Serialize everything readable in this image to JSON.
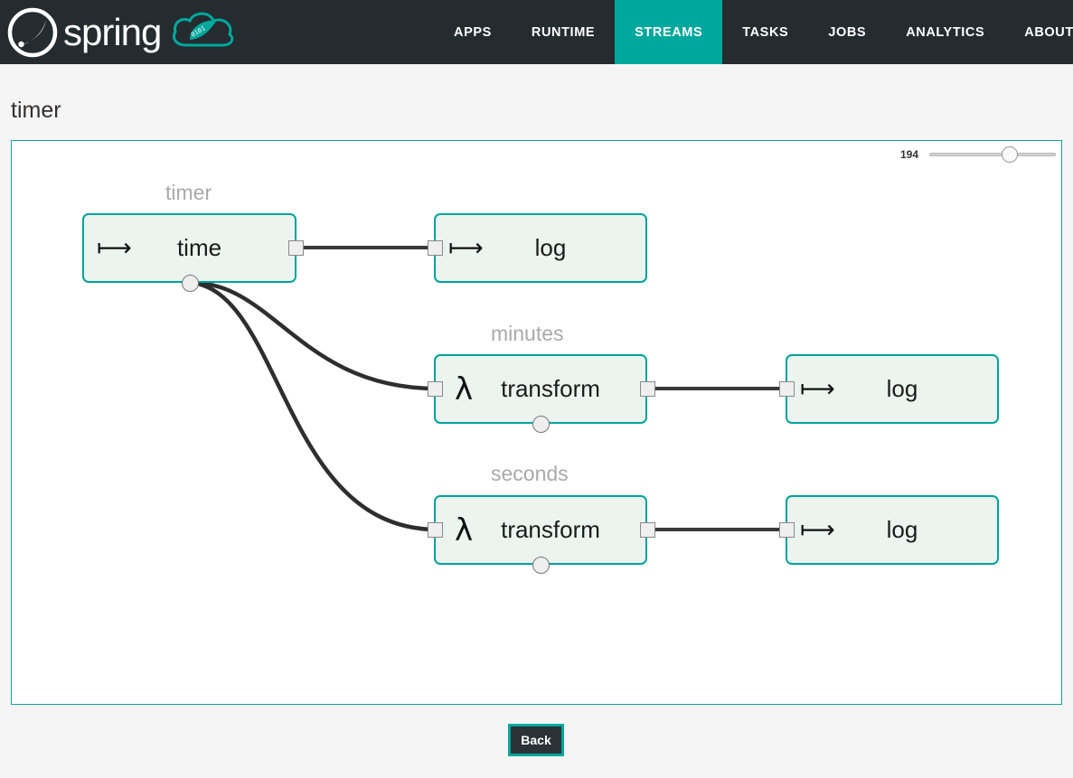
{
  "navbar": {
    "brand_text": "spring",
    "brand_icon": "spring-leaf-logo",
    "cloud_icon": "spring-cloud-dataflow-logo",
    "items": [
      {
        "label": "APPS",
        "active": false
      },
      {
        "label": "RUNTIME",
        "active": false
      },
      {
        "label": "STREAMS",
        "active": true
      },
      {
        "label": "TASKS",
        "active": false
      },
      {
        "label": "JOBS",
        "active": false
      },
      {
        "label": "ANALYTICS",
        "active": false
      },
      {
        "label": "ABOUT",
        "active": false
      }
    ]
  },
  "page": {
    "title": "timer",
    "back_label": "Back"
  },
  "zoom": {
    "value": "194"
  },
  "graph": {
    "groups": [
      {
        "label": "timer"
      },
      {
        "label": "minutes"
      },
      {
        "label": "seconds"
      }
    ],
    "nodes": [
      {
        "id": "time",
        "label": "time",
        "icon": "⟼",
        "icon_name": "source-icon"
      },
      {
        "id": "log-top",
        "label": "log",
        "icon": "⟼",
        "icon_name": "sink-icon"
      },
      {
        "id": "transform-1",
        "label": "transform",
        "icon": "λ",
        "icon_name": "lambda-icon"
      },
      {
        "id": "log-middle",
        "label": "log",
        "icon": "⟼",
        "icon_name": "sink-icon"
      },
      {
        "id": "transform-2",
        "label": "transform",
        "icon": "λ",
        "icon_name": "lambda-icon"
      },
      {
        "id": "log-bottom",
        "label": "log",
        "icon": "⟼",
        "icon_name": "sink-icon"
      }
    ]
  },
  "colors": {
    "brand_teal": "#00a79d",
    "navbar_dark": "#242c30",
    "node_fill": "#ebf4ee",
    "node_border": "#00a39c",
    "group_label": "#a9a9a9",
    "page_bg": "#f5f5f5"
  }
}
